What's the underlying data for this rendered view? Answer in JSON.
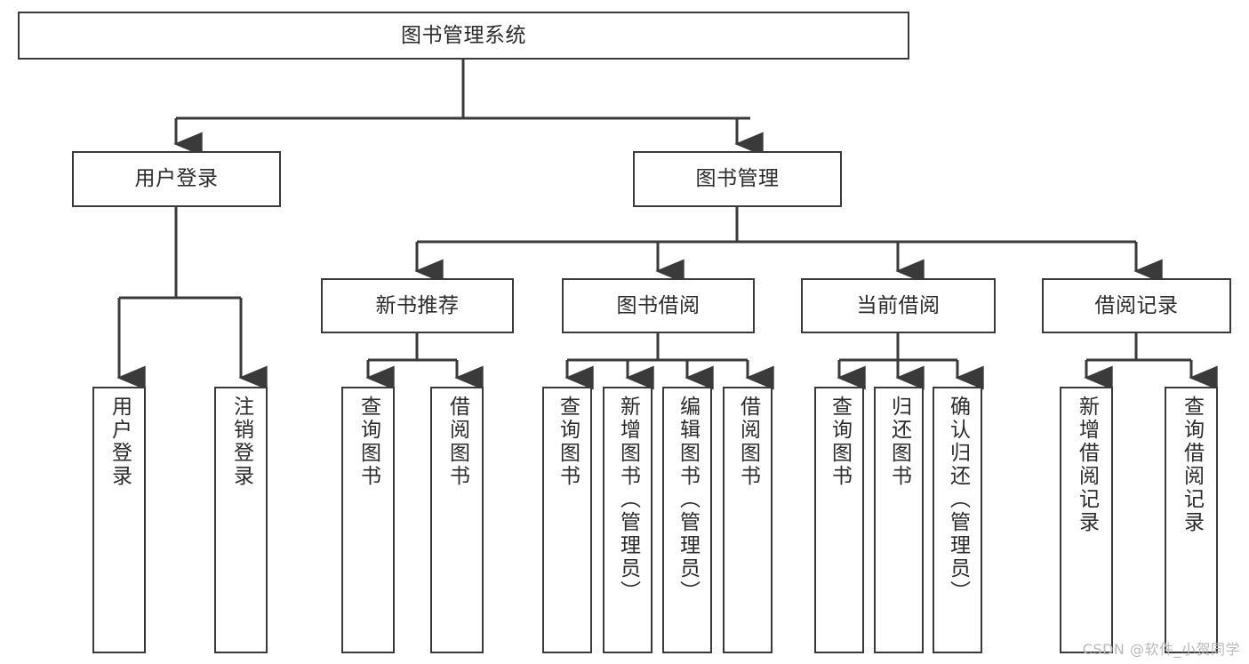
{
  "diagram": {
    "title": "图书管理系统",
    "type": "tree-hierarchy",
    "root": {
      "label": "图书管理系统"
    },
    "level2": [
      {
        "label": "用户登录"
      },
      {
        "label": "图书管理"
      }
    ],
    "level3": [
      {
        "label": "新书推荐"
      },
      {
        "label": "图书借阅"
      },
      {
        "label": "当前借阅"
      },
      {
        "label": "借阅记录"
      }
    ],
    "leaves": {
      "user_login": [
        {
          "label": "用户登录"
        },
        {
          "label": "注销登录"
        }
      ],
      "new_book_recommend": [
        {
          "label": "查询图书"
        },
        {
          "label": "借阅图书"
        }
      ],
      "book_borrow": [
        {
          "label": "查询图书"
        },
        {
          "label": "新增图书（管理员）"
        },
        {
          "label": "编辑图书（管理员）"
        },
        {
          "label": "借阅图书"
        }
      ],
      "current_borrow": [
        {
          "label": "查询图书"
        },
        {
          "label": "归还图书"
        },
        {
          "label": "确认归还（管理员）"
        }
      ],
      "borrow_record": [
        {
          "label": "新增借阅记录"
        },
        {
          "label": "查询借阅记录"
        }
      ]
    }
  },
  "watermark": {
    "text": "CSDN @软件_小贺同学"
  },
  "colors": {
    "line": "#3a3a3a",
    "box_border": "#3a3a3a",
    "text": "#2b2b2b",
    "background": "#ffffff",
    "watermark": "#b9b9b9"
  }
}
